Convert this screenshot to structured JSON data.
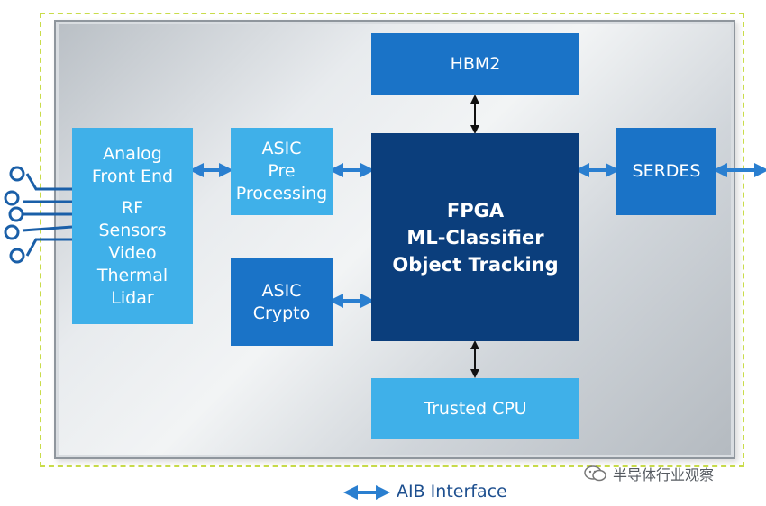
{
  "blocks": {
    "analog": {
      "lines": [
        "Analog",
        "Front End"
      ],
      "lines2": [
        "RF",
        "Sensors",
        "Video",
        "Thermal",
        "Lidar"
      ]
    },
    "asic_pre": {
      "lines": [
        "ASIC",
        "Pre",
        "Processing"
      ]
    },
    "asic_crypto": {
      "lines": [
        "ASIC",
        "Crypto"
      ]
    },
    "hbm2": {
      "label": "HBM2"
    },
    "fpga": {
      "lines": [
        "FPGA",
        "ML-Classifier",
        "Object Tracking"
      ]
    },
    "serdes": {
      "label": "SERDES"
    },
    "trusted_cpu": {
      "label": "Trusted CPU"
    }
  },
  "legend": {
    "label": "AIB Interface"
  },
  "watermark": {
    "text": "半导体行业观察"
  },
  "colors": {
    "light_blue": "#3fb0e9",
    "mid_blue": "#1a73c7",
    "dark_blue": "#0b3e7c",
    "arrow": "#2a7fd0",
    "frame": "#c9dc4a"
  }
}
